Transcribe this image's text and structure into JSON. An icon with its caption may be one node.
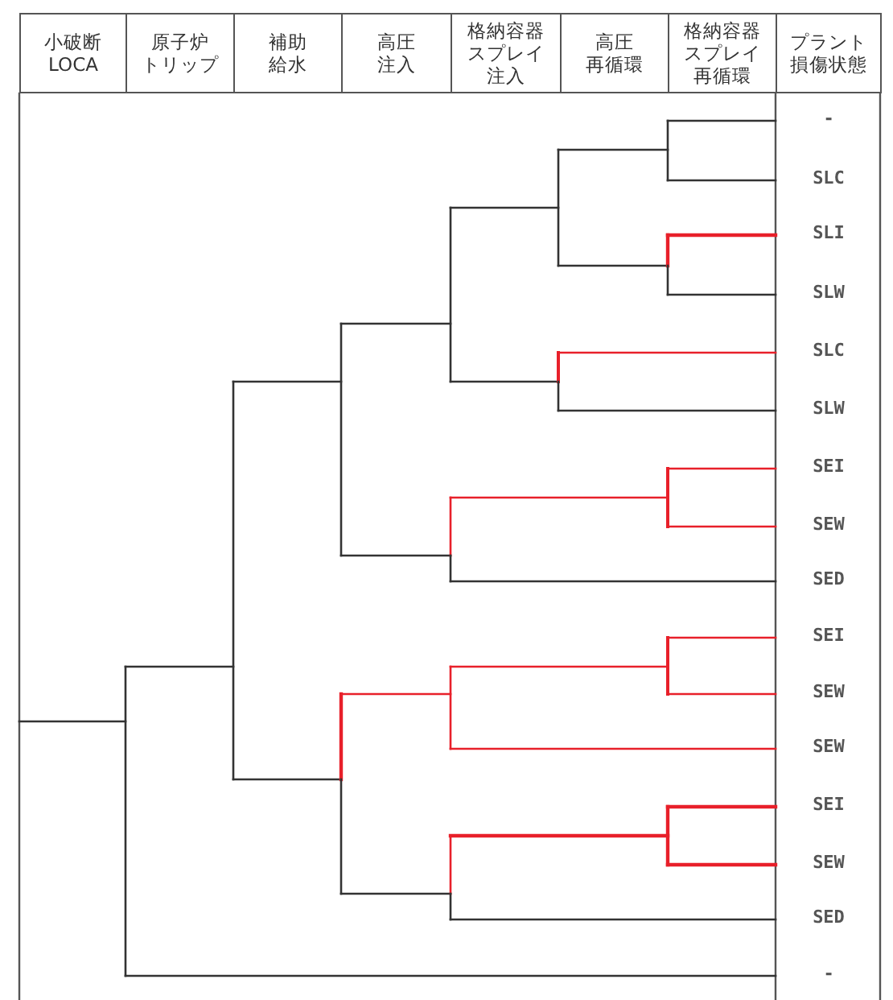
{
  "diagram": {
    "labels": [
      "小破断LOCA",
      "原子炉トリップ",
      "補助給水",
      "高圧注入",
      "格納容器スプレイ注入",
      "高圧再循環",
      "格納容器スプレイ再循環",
      "プラント損傷状態",
      "-",
      "SLC",
      "SLI",
      "SLW",
      "SLC",
      "SLW",
      "SEI",
      "SEW",
      "SED",
      "SEI",
      "SEW",
      "SEW",
      "SEI",
      "SEW",
      "SED",
      "-"
    ]
  }
}
